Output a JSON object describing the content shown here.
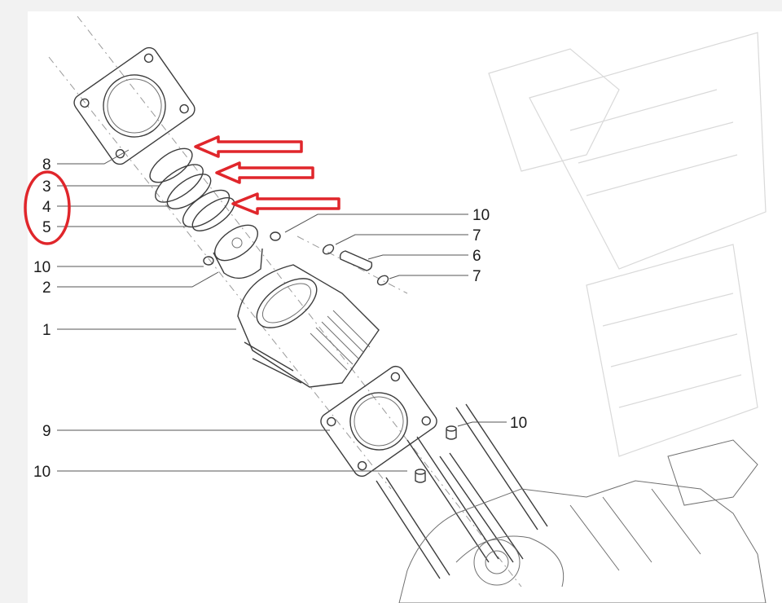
{
  "diagram": {
    "labels": {
      "cylinder": "1",
      "piston": "2",
      "ring_top": "3",
      "ring_middle": "4",
      "ring_oil": "5",
      "piston_pin": "6",
      "circlip_upper": "7",
      "circlip_lower": "7",
      "head_gasket": "8",
      "base_gasket": "9",
      "dowel_upper_right": "10",
      "dowel_left": "10",
      "dowel_right": "10",
      "dowel_lower": "10"
    },
    "highlight_color": "#e0262b"
  }
}
